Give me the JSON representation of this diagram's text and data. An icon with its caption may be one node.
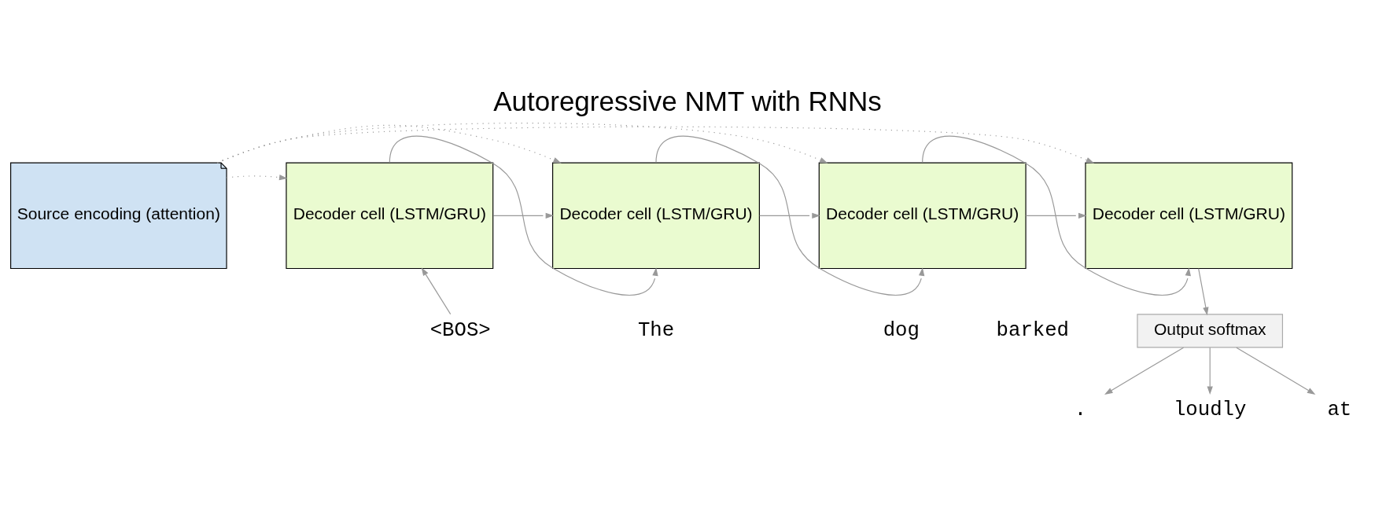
{
  "diagram": {
    "title": "Autoregressive NMT with RNNs",
    "nodes": [
      {
        "text": [
          "."
        ]
      },
      {
        "text": [
          "loudly"
        ]
      },
      {
        "text": [
          "at"
        ]
      },
      {
        "text": [
          "Output softmax"
        ]
      },
      {
        "text": [
          "Decoder cell (LSTM/GRU)"
        ]
      },
      {
        "text": [
          "Decoder cell (LSTM/GRU)"
        ]
      },
      {
        "text": [
          "Decoder cell (LSTM/GRU)"
        ]
      },
      {
        "text": [
          "Decoder cell (LSTM/GRU)"
        ]
      },
      {
        "text": [
          "Source encoding (attention)"
        ]
      },
      {
        "text": [
          "<BOS>"
        ]
      }
    ],
    "edges": [
      {
        "from": 3,
        "to": 0,
        "arrow": "to"
      },
      {
        "from": 3,
        "to": 1,
        "arrow": "to"
      },
      {
        "from": 3,
        "to": 2,
        "arrow": "to"
      },
      {
        "from": 7,
        "to": 3,
        "arrow": "to"
      },
      {
        "from": 4,
        "to": 5,
        "arrow": "to"
      },
      {
        "from": 5,
        "to": 6,
        "arrow": "to"
      },
      {
        "from": 6,
        "to": 7,
        "arrow": "to"
      },
      {
        "from": 4,
        "to": 5,
        "arrow": "to"
      },
      {
        "from": 5,
        "to": 6,
        "arrow": "to"
      },
      {
        "from": 6,
        "to": 7,
        "arrow": "to"
      },
      {
        "from": 9,
        "to": 4,
        "arrow": "to"
      },
      {
        "from": 8,
        "to": 4,
        "arrow": "to",
        "style": "dashed"
      },
      {
        "from": 8,
        "to": 5,
        "arrow": "to",
        "style": "dashed"
      },
      {
        "from": 8,
        "to": 6,
        "arrow": "to",
        "style": "dashed"
      },
      {
        "from": 8,
        "to": 7,
        "arrow": "to",
        "style": "dashed"
      }
    ],
    "labels": [
      "The",
      "dog",
      "barked"
    ]
  }
}
